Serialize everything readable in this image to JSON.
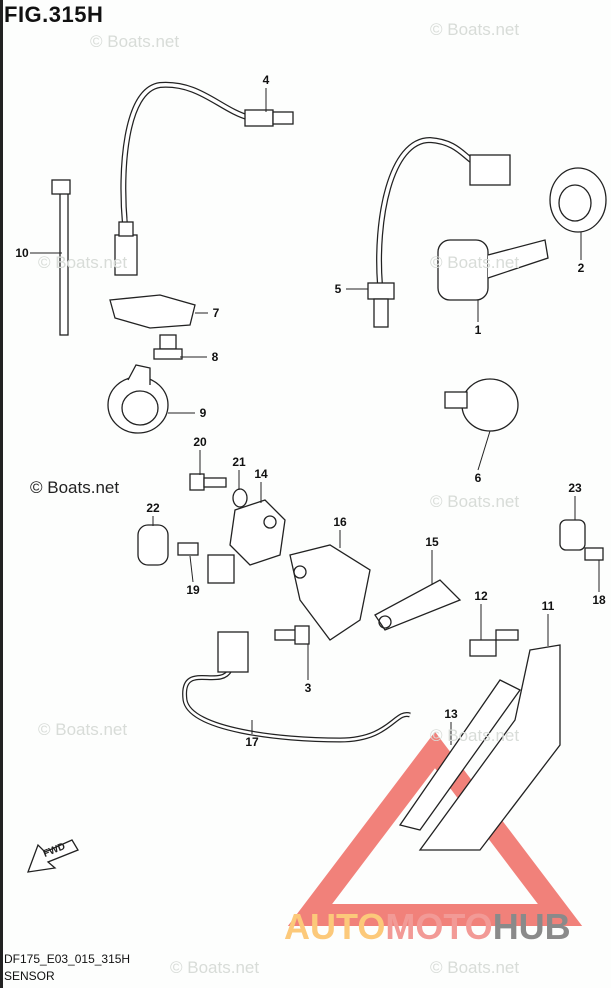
{
  "figure": {
    "title": "FIG.315H",
    "code": "DF175_E03_015_315H",
    "name": "SENSOR"
  },
  "watermark": {
    "text": "© Boats.net"
  },
  "logo": {
    "part1": "AUTO",
    "part2": "MOTO",
    "part3": "HUB",
    "colors": {
      "auto": "#fcc97a",
      "moto": "#f29a96",
      "hub": "#8a8a8a",
      "triangle": "#ef6b63"
    }
  },
  "fwd_label": "FWD",
  "callouts": [
    "1",
    "2",
    "3",
    "4",
    "5",
    "6",
    "7",
    "8",
    "9",
    "10",
    "11",
    "12",
    "13",
    "14",
    "15",
    "16",
    "17",
    "18",
    "19",
    "20",
    "21",
    "22",
    "23"
  ]
}
